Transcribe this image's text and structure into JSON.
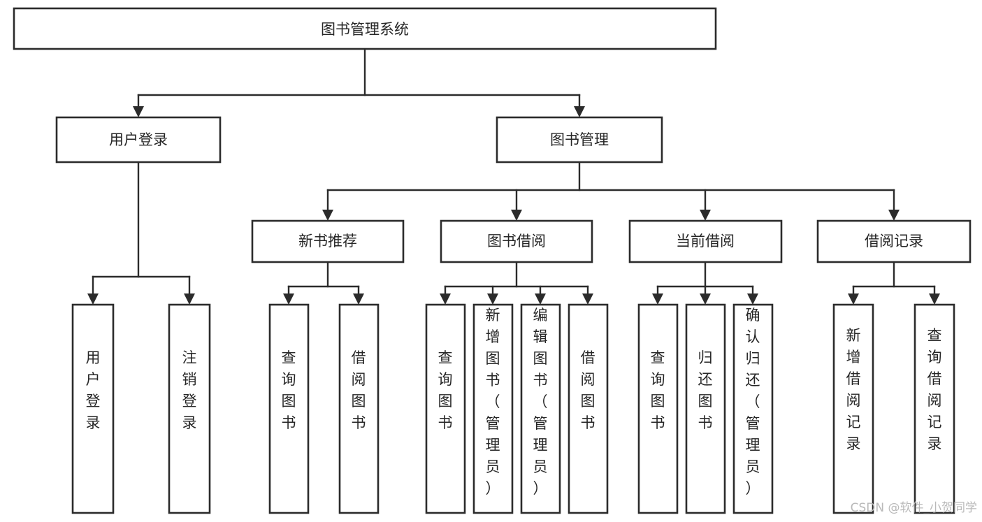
{
  "diagram": {
    "title": "图书管理系统",
    "type": "tree",
    "root": {
      "id": "root",
      "label": "图书管理系统",
      "orientation": "horizontal"
    },
    "level2": [
      {
        "id": "user-login",
        "label": "用户登录",
        "orientation": "horizontal"
      },
      {
        "id": "book-manage",
        "label": "图书管理",
        "orientation": "horizontal"
      }
    ],
    "level3": [
      {
        "id": "new-book-recommend",
        "label": "新书推荐",
        "parent": "book-manage",
        "orientation": "horizontal"
      },
      {
        "id": "book-borrow",
        "label": "图书借阅",
        "parent": "book-manage",
        "orientation": "horizontal"
      },
      {
        "id": "current-borrow",
        "label": "当前借阅",
        "parent": "book-manage",
        "orientation": "horizontal"
      },
      {
        "id": "borrow-record",
        "label": "借阅记录",
        "parent": "book-manage",
        "orientation": "horizontal"
      }
    ],
    "leaves": [
      {
        "id": "leaf-user-login",
        "label": "用户登录",
        "parent": "user-login",
        "orientation": "vertical"
      },
      {
        "id": "leaf-user-logout",
        "label": "注销登录",
        "parent": "user-login",
        "orientation": "vertical"
      },
      {
        "id": "leaf-query-book-1",
        "label": "查询图书",
        "parent": "new-book-recommend",
        "orientation": "vertical"
      },
      {
        "id": "leaf-borrow-book-1",
        "label": "借阅图书",
        "parent": "new-book-recommend",
        "orientation": "vertical"
      },
      {
        "id": "leaf-query-book-2",
        "label": "查询图书",
        "parent": "book-borrow",
        "orientation": "vertical"
      },
      {
        "id": "leaf-add-book",
        "label": "新增图书（管理员）",
        "parent": "book-borrow",
        "orientation": "vertical"
      },
      {
        "id": "leaf-edit-book",
        "label": "编辑图书（管理员）",
        "parent": "book-borrow",
        "orientation": "vertical"
      },
      {
        "id": "leaf-borrow-book-2",
        "label": "借阅图书",
        "parent": "book-borrow",
        "orientation": "vertical"
      },
      {
        "id": "leaf-query-book-3",
        "label": "查询图书",
        "parent": "current-borrow",
        "orientation": "vertical"
      },
      {
        "id": "leaf-return-book",
        "label": "归还图书",
        "parent": "current-borrow",
        "orientation": "vertical"
      },
      {
        "id": "leaf-confirm-return",
        "label": "确认归还（管理员）",
        "parent": "current-borrow",
        "orientation": "vertical"
      },
      {
        "id": "leaf-add-record",
        "label": "新增借阅记录",
        "parent": "borrow-record",
        "orientation": "vertical"
      },
      {
        "id": "leaf-query-record",
        "label": "查询借阅记录",
        "parent": "borrow-record",
        "orientation": "vertical"
      }
    ],
    "colors": {
      "box_stroke": "#2b2b2b",
      "box_fill": "#ffffff",
      "text": "#262626",
      "connector": "#2b2b2b",
      "watermark": "#b9b9b9",
      "canvas": "#ffffff"
    }
  },
  "watermark": {
    "text": "CSDN @软件_小贺同学"
  }
}
